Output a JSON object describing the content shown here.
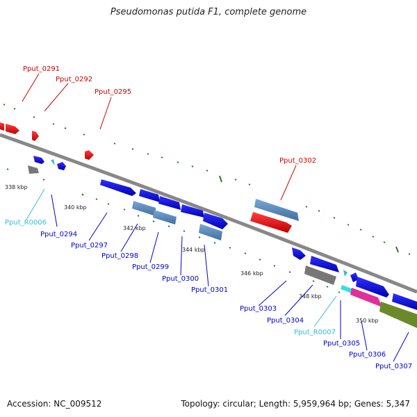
{
  "title": "Pseudomonas putida F1, complete genome",
  "footer": {
    "accession": "Accession: NC_009512",
    "summary": "Topology: circular; Length: 5,959,964 bp; Genes: 5,347"
  },
  "colors": {
    "forward_label": "#cc0000",
    "reverse_label": "#0000cc",
    "rna_label": "#33bbdd",
    "backbone": "#888888",
    "tick": "#2a7a2a"
  },
  "labels": {
    "pput_0291": "Pput_0291",
    "pput_0292": "Pput_0292",
    "pput_0295": "Pput_0295",
    "pput_0302": "Pput_0302",
    "pput_r0006": "Pput_R0006",
    "pput_0294": "Pput_0294",
    "pput_0297": "Pput_0297",
    "pput_0298": "Pput_0298",
    "pput_0299": "Pput_0299",
    "pput_0300": "Pput_0300",
    "pput_0301": "Pput_0301",
    "pput_0303": "Pput_0303",
    "pput_0304": "Pput_0304",
    "pput_r0007": "Pput_R0007",
    "pput_0305": "Pput_0305",
    "pput_0306": "Pput_0306",
    "pput_0307": "Pput_0307"
  },
  "scale": {
    "t338": "338 kbp",
    "t340": "340 kbp",
    "t342": "342 kbp",
    "t344": "344 kbp",
    "t346": "346 kbp",
    "t348": "348 kbp",
    "t350": "350 kbp"
  }
}
